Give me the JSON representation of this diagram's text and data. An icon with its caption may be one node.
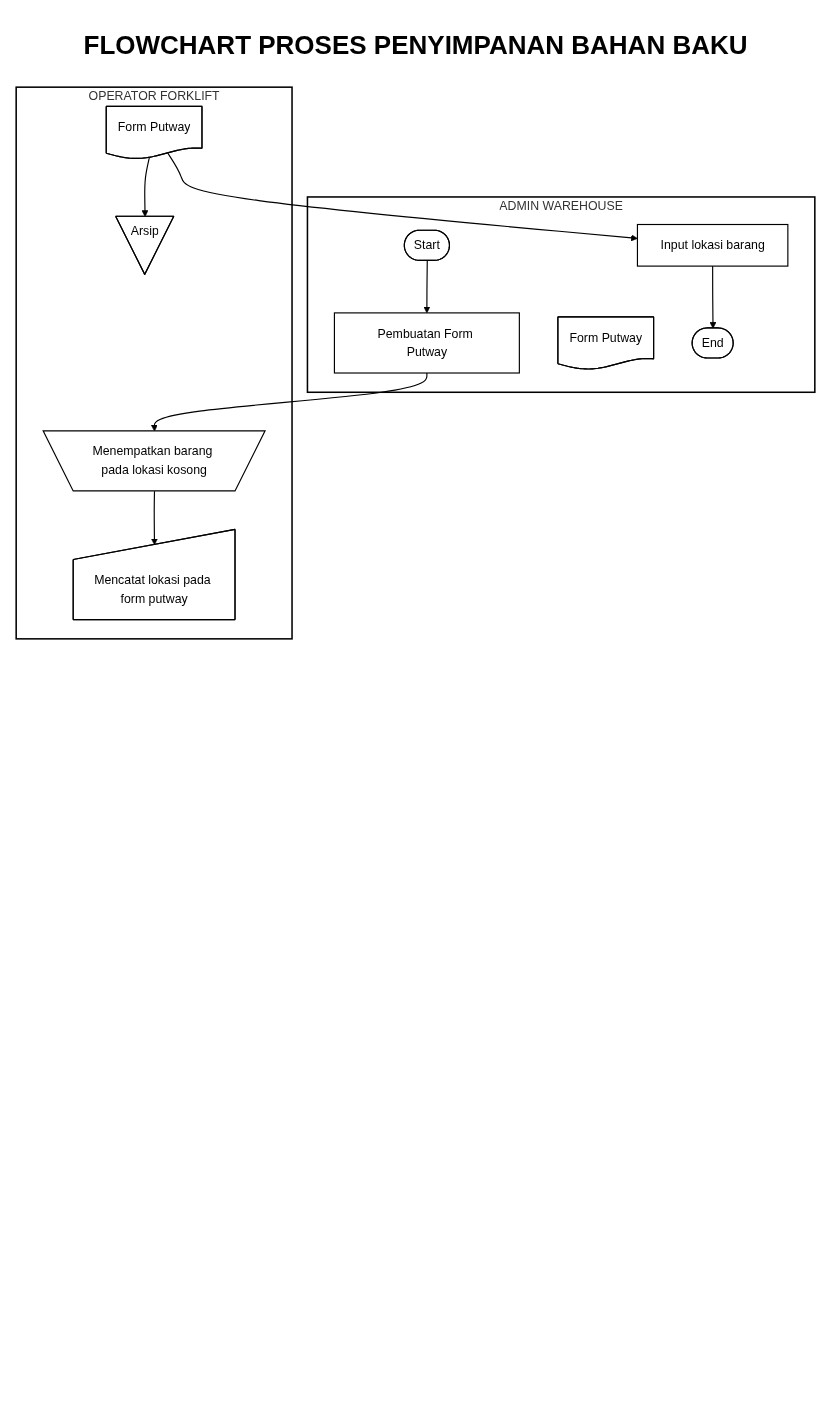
{
  "diagram": {
    "title": "FLOWCHART PROSES PENYIMPANAN BAHAN BAKU",
    "nodes": [
      {
        "text": [
          "ADMIN WAREHOUSE"
        ]
      },
      {
        "text": [
          "OPERATOR FORKLIFT"
        ]
      },
      {
        "text": [
          "Start"
        ],
        "in": 0
      },
      {
        "text": [
          "Pembuatan Form Putway"
        ],
        "in": 0
      },
      {
        "text": [
          "Form Putway"
        ],
        "in": 0
      },
      {
        "text": [
          "Input lokasi barang"
        ],
        "in": 0
      },
      {
        "text": [
          "End"
        ],
        "in": 0
      },
      {
        "text": [
          "Menempatkan barang pada lokasi kosong"
        ],
        "in": 1
      },
      {
        "text": [
          "Mencatat lokasi pada form putway"
        ],
        "in": 1
      },
      {
        "text": [
          "Form Putway"
        ],
        "in": 1
      },
      {
        "text": [
          "Arsip"
        ],
        "in": 1
      }
    ],
    "edges": [
      {
        "from": 2,
        "to": 3,
        "arrow": "to"
      },
      {
        "from": 3,
        "to": 7,
        "arrow": "to"
      },
      {
        "from": 7,
        "to": 8,
        "arrow": "to"
      },
      {
        "from": 9,
        "to": 10,
        "arrow": "to"
      },
      {
        "from": 9,
        "to": 5,
        "arrow": "to"
      },
      {
        "from": 5,
        "to": 6,
        "arrow": "to"
      }
    ]
  }
}
